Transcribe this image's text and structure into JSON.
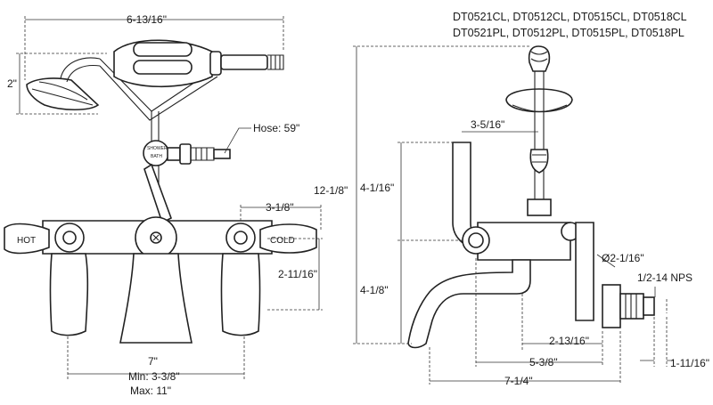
{
  "models": {
    "line1": "DT0521CL, DT0512CL, DT0515CL, DT0518CL",
    "line2": "DT0521PL, DT0512PL, DT0515PL, DT0518PL"
  },
  "front_view": {
    "handshower_width": "6-13/16\"",
    "handshower_height": "2\"",
    "hose": "Hose: 59\"",
    "handle_spacing": "3-1/8\"",
    "inlet_height": "2-11/16\"",
    "hot_label": "HOT",
    "cold_label": "COLD",
    "diverter_label_1": "SHOWER",
    "diverter_label_2": "BATH",
    "center_spacing": "7\"",
    "min_spacing": "Min: 3-3/8\"",
    "max_spacing": "Max: 11\""
  },
  "side_view": {
    "total_height": "12-1/8\"",
    "upper_height": "4-1/16\"",
    "lower_height": "4-1/8\"",
    "spout_offset": "3-5/16\"",
    "supply_diameter": "Ø2-1/16\"",
    "thread": "1/2-14 NPS",
    "spout_reach_a": "2-13/16\"",
    "spout_reach_b": "5-3/8\"",
    "overall_depth": "7-1/4\"",
    "supply_length": "1-11/16\""
  }
}
